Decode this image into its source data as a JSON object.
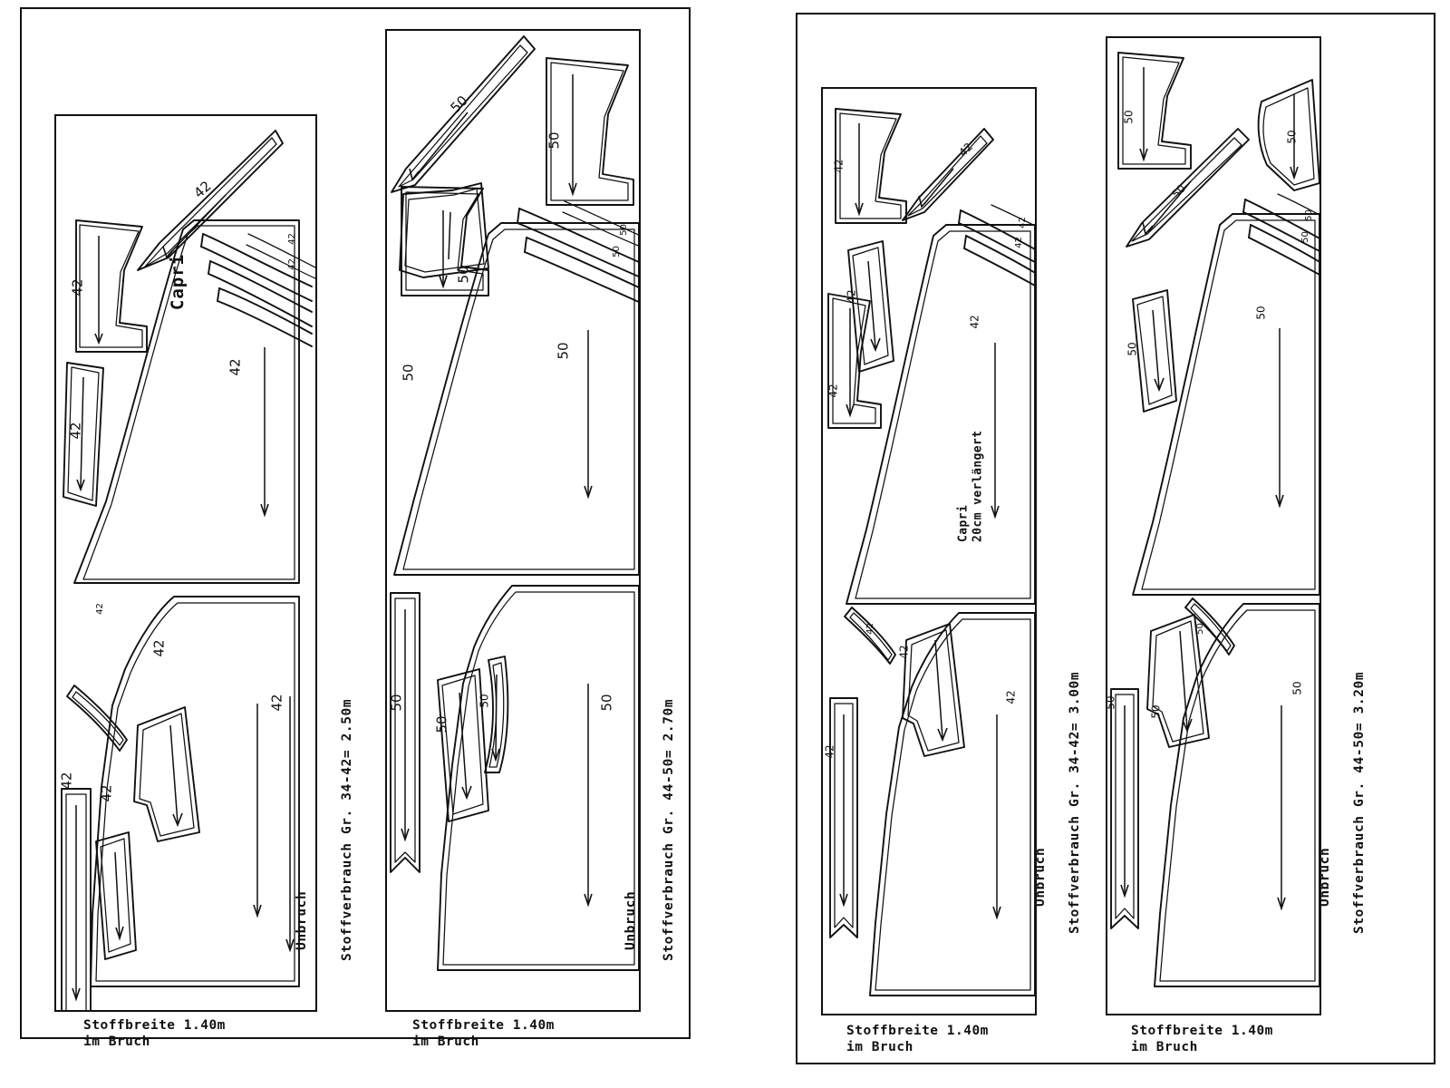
{
  "document": {
    "kind": "sewing-pattern-cutting-layout",
    "title_note": "Zuschneideplan / Stoffeinteilung"
  },
  "shared": {
    "fabric_width_caption_line1": "Stoffbreite 1.40m",
    "fabric_width_caption_line2": "im Bruch",
    "fold_label": "Unbruch"
  },
  "layouts": [
    {
      "id": "layout-1",
      "group": "left",
      "garment_name": "Capri",
      "garment_name_line2": "",
      "size_label": "42",
      "fabric_consumption": "Stoffverbrauch Gr. 34-42= 2.50m",
      "fabric_width_line1": "Stoffbreite 1.40m",
      "fabric_width_line2": "im Bruch",
      "fold_label": "Unbruch",
      "piece_size_tags": [
        "42",
        "42",
        "42",
        "42",
        "42",
        "42",
        "42",
        "42",
        "42",
        "42",
        "42",
        "42"
      ]
    },
    {
      "id": "layout-2",
      "group": "left",
      "garment_name": "",
      "garment_name_line2": "",
      "size_label": "50",
      "fabric_consumption": "Stoffverbrauch Gr. 44-50= 2.70m",
      "fabric_width_line1": "Stoffbreite 1.40m",
      "fabric_width_line2": "im Bruch",
      "fold_label": "Unbruch",
      "piece_size_tags": [
        "50",
        "50",
        "50",
        "50",
        "50",
        "50",
        "50",
        "50",
        "50",
        "50",
        "50",
        "50"
      ]
    },
    {
      "id": "layout-3",
      "group": "right",
      "garment_name": "Capri",
      "garment_name_line2": "20cm verlängert",
      "size_label": "42",
      "fabric_consumption": "Stoffverbrauch Gr. 34-42= 3.00m",
      "fabric_width_line1": "Stoffbreite 1.40m",
      "fabric_width_line2": "im Bruch",
      "fold_label": "Unbruch",
      "piece_size_tags": [
        "42",
        "42",
        "42",
        "42",
        "42",
        "42",
        "42",
        "42",
        "42",
        "42",
        "42",
        "42"
      ]
    },
    {
      "id": "layout-4",
      "group": "right",
      "garment_name": "",
      "garment_name_line2": "",
      "size_label": "50",
      "fabric_consumption": "Stoffverbrauch Gr. 44-50= 3.20m",
      "fabric_width_line1": "Stoffbreite 1.40m",
      "fabric_width_line2": "im Bruch",
      "fold_label": "Unbruch",
      "piece_size_tags": [
        "50",
        "50",
        "50",
        "50",
        "50",
        "50",
        "50",
        "50",
        "50",
        "50",
        "50",
        "50"
      ]
    }
  ],
  "colors": {
    "line": "#111111",
    "background": "#ffffff"
  }
}
